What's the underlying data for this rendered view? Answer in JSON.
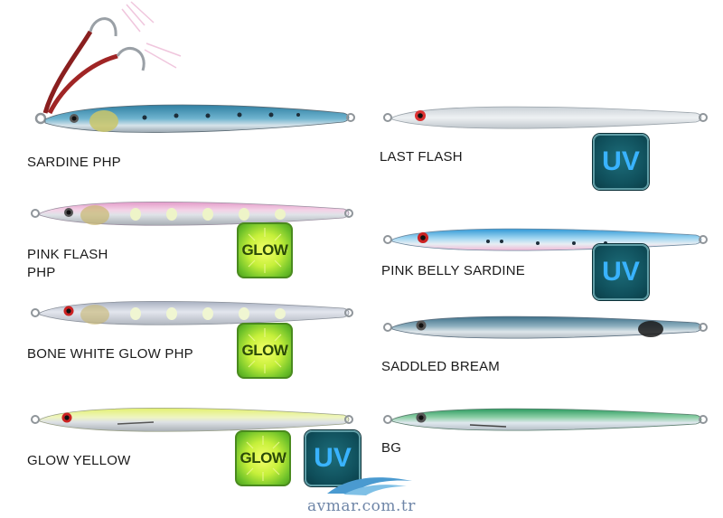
{
  "lures": [
    {
      "name": "SARDINE PHP",
      "body_color": "#3b8fb0",
      "belly_color": "#d9e6ec",
      "badges": []
    },
    {
      "name": "LAST FLASH",
      "body_color": "#d7dde2",
      "belly_color": "#f2f4f6",
      "badges": [
        "UV"
      ]
    },
    {
      "name": "PINK FLASH PHP",
      "name_lines": [
        "PINK FLASH",
        "PHP"
      ],
      "body_color": "#e7a6cf",
      "belly_color": "#eef0f3",
      "badges": [
        "GLOW"
      ]
    },
    {
      "name": "PINK BELLY SARDINE",
      "body_color": "#41a3d9",
      "belly_color": "#f0c6dd",
      "badges": [
        "UV"
      ]
    },
    {
      "name": "BONE WHITE GLOW PHP",
      "body_color": "#b9bfcc",
      "belly_color": "#eceef2",
      "badges": [
        "GLOW"
      ]
    },
    {
      "name": "SADDLED BREAM",
      "body_color": "#4f7f95",
      "belly_color": "#dfe6ea",
      "badges": []
    },
    {
      "name": "GLOW YELLOW",
      "body_color": "#e6f27a",
      "belly_color": "#d4d9dc",
      "badges": [
        "GLOW",
        "UV"
      ]
    },
    {
      "name": "BG",
      "body_color": "#2d9e62",
      "belly_color": "#e2eaf0",
      "badges": []
    }
  ],
  "badge_text": {
    "uv": "UV",
    "glow": "GLOW"
  },
  "watermark": "avmar.com.tr",
  "colors": {
    "uv_text": "#39b3ff",
    "glow_fill": "#c6f03a",
    "watermark": "#6f86a8"
  },
  "icons": [
    "assist-hook-icon",
    "uv-badge-icon",
    "glow-badge-icon",
    "wave-logo-icon"
  ]
}
